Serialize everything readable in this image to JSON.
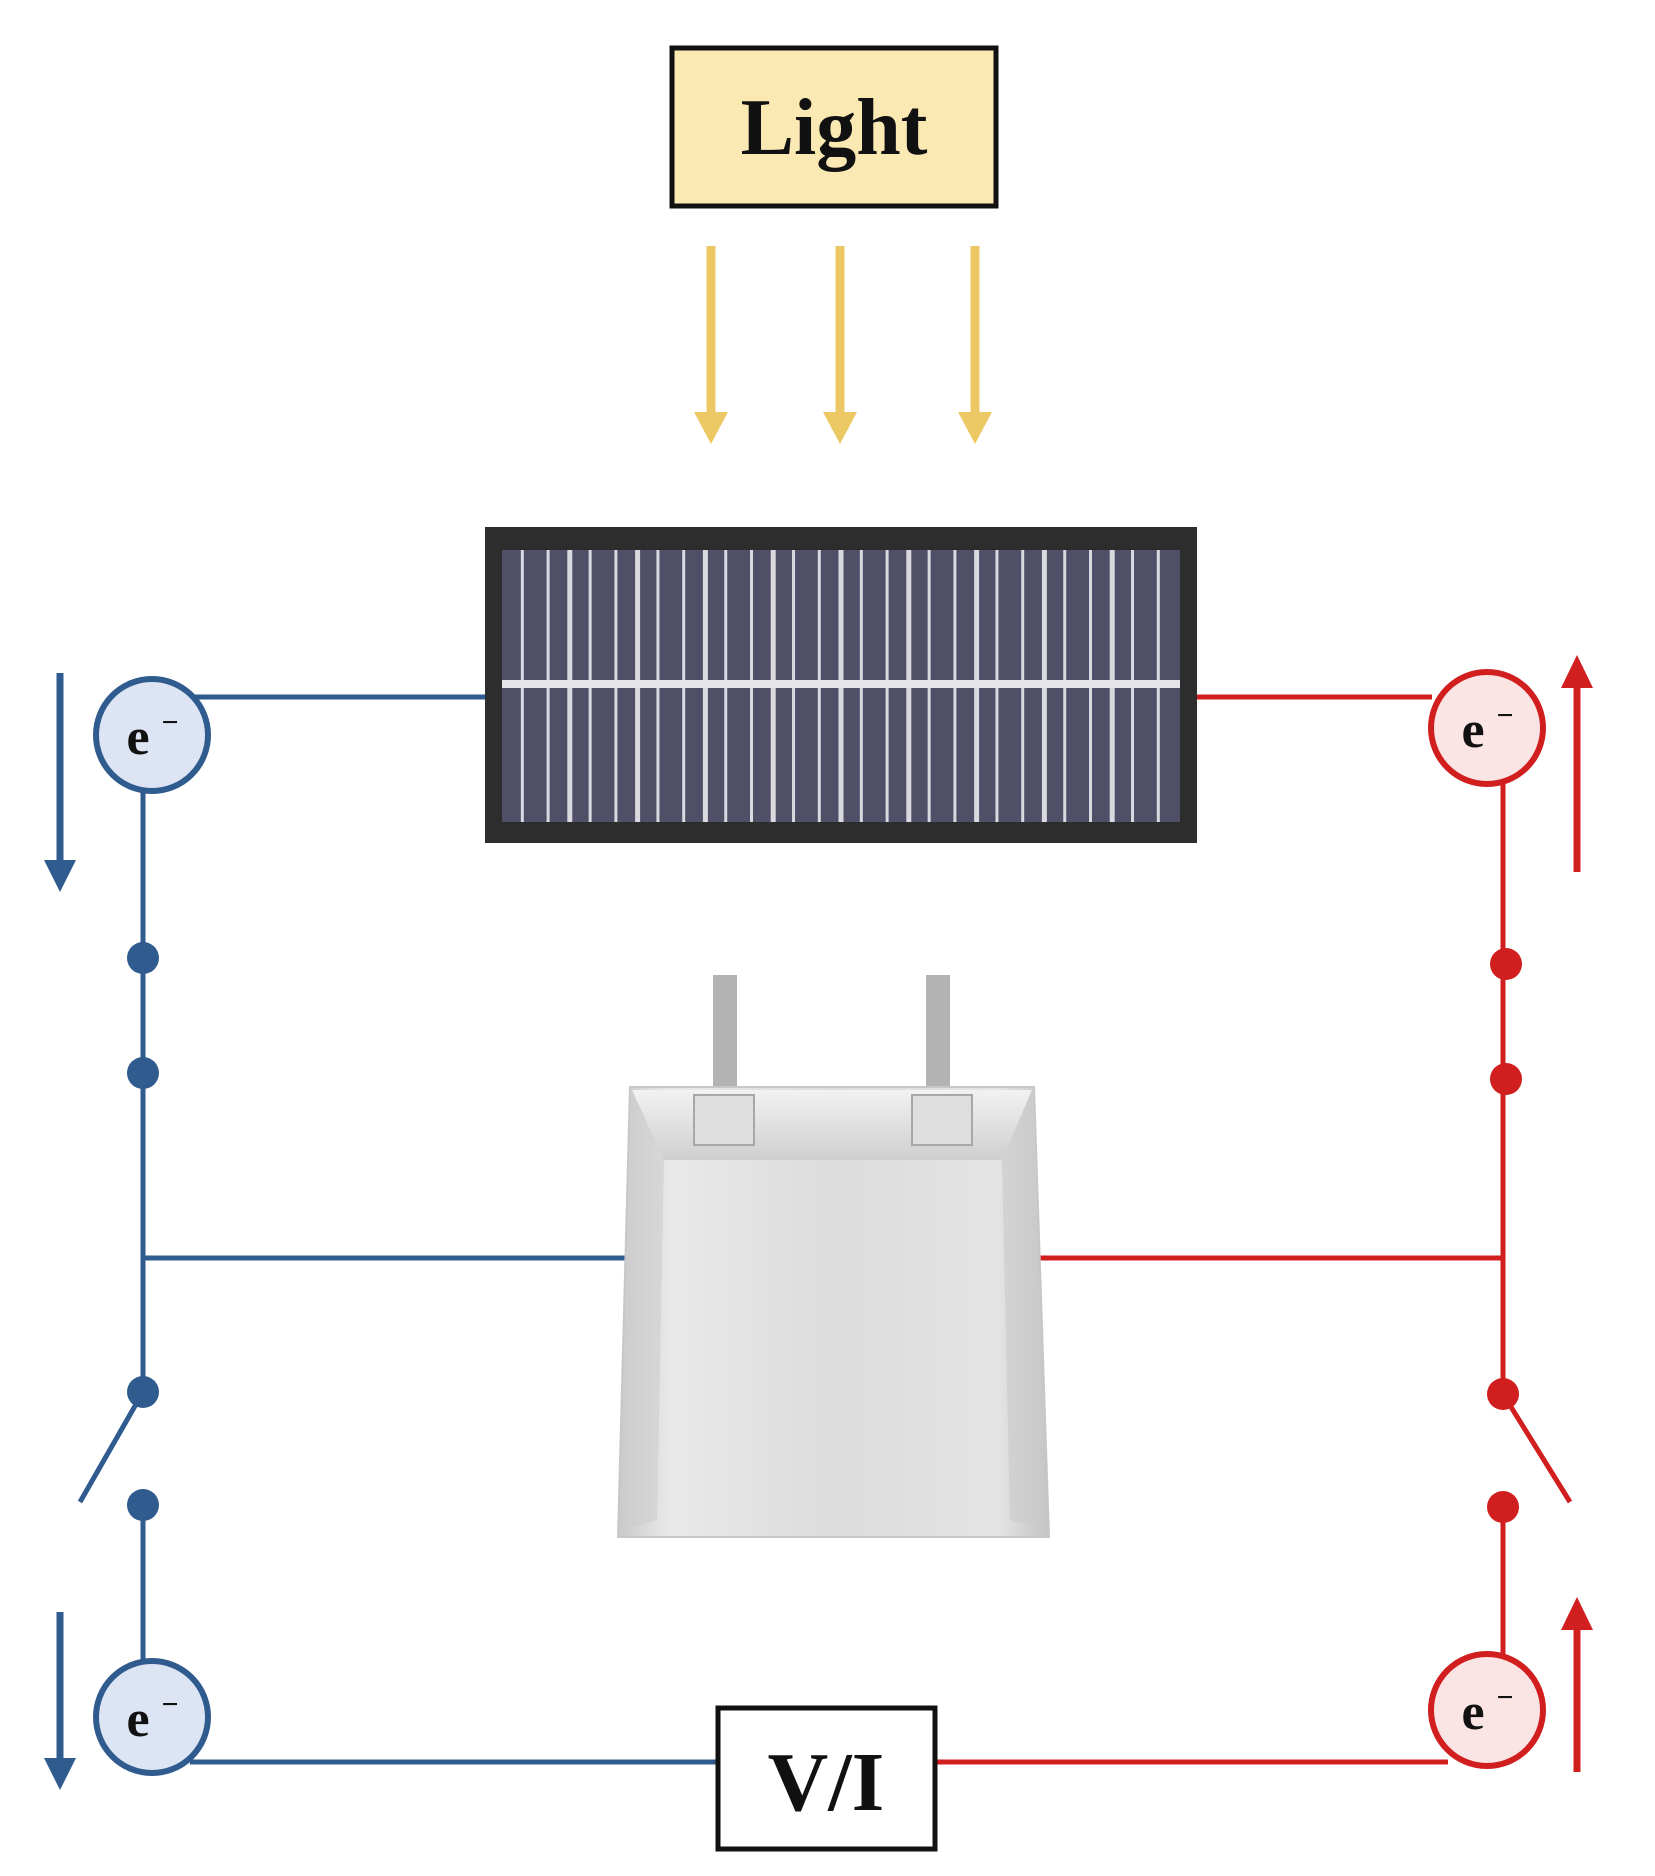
{
  "diagram": {
    "light_label": "Light",
    "meter_label": "V/I",
    "electron_label": "e",
    "electron_sign": "−",
    "components": {
      "light_source": "light-box",
      "solar_panel": "solar-panel-icon",
      "battery": "pouch-battery-icon",
      "meter": "voltage-current-meter"
    },
    "colors": {
      "negative_wire": "#2f5b8f",
      "positive_wire": "#d11f1f",
      "light_box_fill": "#fbe9b4",
      "light_arrow": "#ecc865",
      "electron_fill_negative": "#dde5f4",
      "electron_fill_positive": "#fbe4e4",
      "panel_frame": "#2d2d2d",
      "panel_cell": "#4f5068",
      "battery_body": "#d8d8d8"
    }
  }
}
